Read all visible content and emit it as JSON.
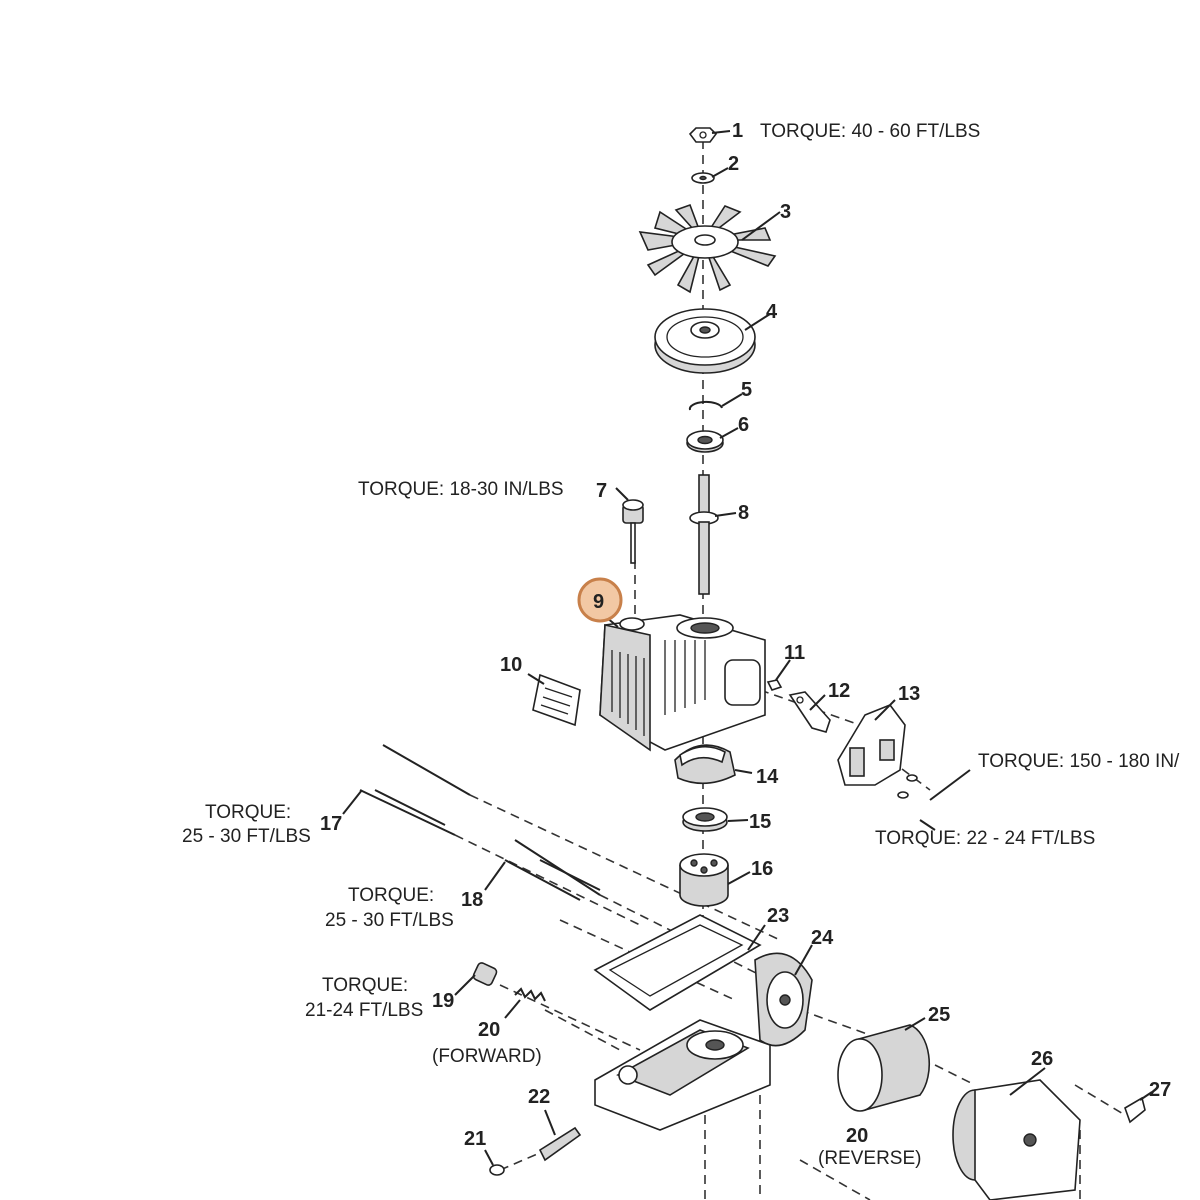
{
  "callouts": [
    {
      "id": "1",
      "text": "1"
    },
    {
      "id": "2",
      "text": "2"
    },
    {
      "id": "3",
      "text": "3"
    },
    {
      "id": "4",
      "text": "4"
    },
    {
      "id": "5",
      "text": "5"
    },
    {
      "id": "6",
      "text": "6"
    },
    {
      "id": "7",
      "text": "7"
    },
    {
      "id": "8",
      "text": "8"
    },
    {
      "id": "9",
      "text": "9"
    },
    {
      "id": "10",
      "text": "10"
    },
    {
      "id": "11",
      "text": "11"
    },
    {
      "id": "12",
      "text": "12"
    },
    {
      "id": "13",
      "text": "13"
    },
    {
      "id": "14",
      "text": "14"
    },
    {
      "id": "15",
      "text": "15"
    },
    {
      "id": "16",
      "text": "16"
    },
    {
      "id": "17",
      "text": "17"
    },
    {
      "id": "18",
      "text": "18"
    },
    {
      "id": "19",
      "text": "19"
    },
    {
      "id": "20a",
      "text": "20"
    },
    {
      "id": "20b",
      "text": "20"
    },
    {
      "id": "21",
      "text": "21"
    },
    {
      "id": "22",
      "text": "22"
    },
    {
      "id": "23",
      "text": "23"
    },
    {
      "id": "24",
      "text": "24"
    },
    {
      "id": "25",
      "text": "25"
    },
    {
      "id": "26",
      "text": "26"
    },
    {
      "id": "27",
      "text": "27"
    }
  ],
  "highlighted_callout": "9",
  "notes": {
    "torque_1": "TORQUE: 40 - 60 FT/LBS",
    "torque_7": "TORQUE: 18-30 IN/LBS",
    "torque_13a": "TORQUE: 150 - 180 IN/",
    "torque_13b": "TORQUE: 22 - 24 FT/LBS",
    "torque_17_l1": "TORQUE:",
    "torque_17_l2": "25 - 30 FT/LBS",
    "torque_18_l1": "TORQUE:",
    "torque_18_l2": "25 - 30 FT/LBS",
    "torque_19_l1": "TORQUE:",
    "torque_19_l2": "21-24 FT/LBS",
    "forward": "(FORWARD)",
    "reverse": "(REVERSE)"
  },
  "colors": {
    "highlight_fill": "#f2c8a4",
    "highlight_stroke": "#c8804a",
    "line": "#222222"
  }
}
